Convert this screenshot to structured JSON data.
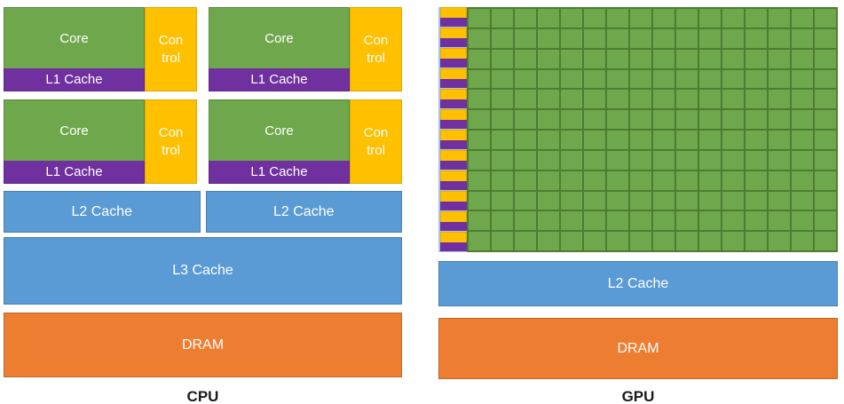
{
  "cpu": {
    "label": "CPU",
    "unit": {
      "core_label": "Core",
      "control_lines": [
        "Con",
        "trol"
      ],
      "l1_label": "L1 Cache"
    },
    "l2_label": "L2 Cache",
    "l3_label": "L3 Cache",
    "dram_label": "DRAM"
  },
  "gpu": {
    "label": "GPU",
    "grid": {
      "rows": 12,
      "cols": 16
    },
    "l2_label": "L2 Cache",
    "dram_label": "DRAM"
  },
  "colors": {
    "core_green": "#6FA84C",
    "grid_line_green": "#4E7C31",
    "control_yellow": "#FFC000",
    "cache_purple": "#7030A0",
    "cache_blue": "#5B9BD5",
    "dram_orange": "#ED7D31",
    "pale_blue_edge": "#A8C6E5",
    "block_text": "#FFFFFF",
    "label_text": "#1A1A1A"
  }
}
